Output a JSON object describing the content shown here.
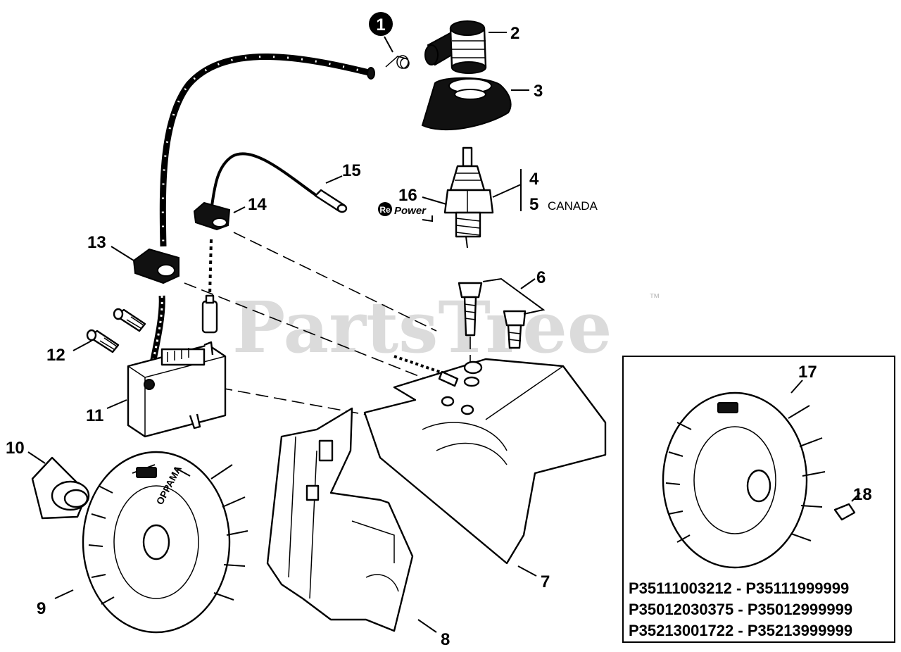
{
  "watermark": {
    "text": "PartsTree",
    "trademark": "™"
  },
  "callouts": {
    "c1": "1",
    "c2": "2",
    "c3": "3",
    "c4": "4",
    "c5": "5",
    "c6": "6",
    "c7": "7",
    "c8": "8",
    "c9": "9",
    "c10": "10",
    "c11": "11",
    "c12": "12",
    "c13": "13",
    "c14": "14",
    "c15": "15",
    "c16": "16",
    "c17": "17",
    "c18": "18"
  },
  "annotations": {
    "canada": "CANADA",
    "repower_re": "Re",
    "repower_power": "Power"
  },
  "inset": {
    "serial_ranges": [
      "P35111003212 - P35111999999",
      "P35012030375 - P35012999999",
      "P35213001722 - P35213999999"
    ]
  },
  "flywheel_embossed": "OPPAMA"
}
